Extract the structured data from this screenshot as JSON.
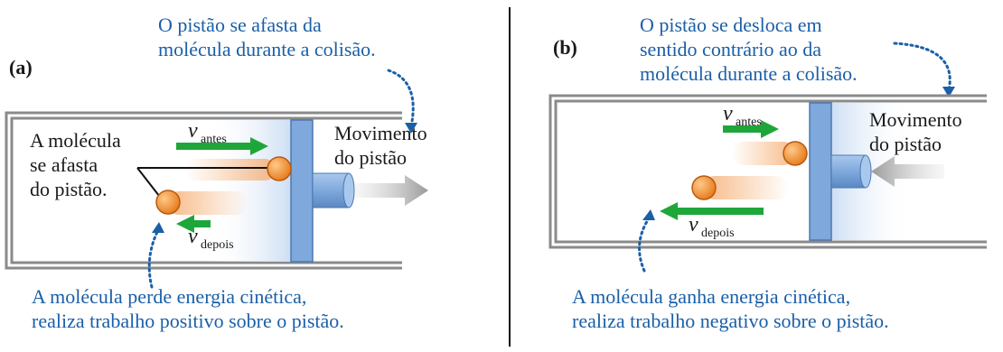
{
  "panel_a": {
    "tag": "(a)",
    "top_caption": [
      "O pistão se afasta da",
      "molécula durante a colisão."
    ],
    "molecule_note": [
      "A molécula",
      "se afasta",
      "do pistão."
    ],
    "v_before": {
      "symbol": "v",
      "subscript": "antes"
    },
    "v_after": {
      "symbol": "v",
      "subscript": "depois"
    },
    "piston_motion": [
      "Movimento",
      "do pistão"
    ],
    "bottom_caption": [
      "A molécula perde energia cinética,",
      "realiza trabalho positivo sobre o pistão."
    ]
  },
  "panel_b": {
    "tag": "(b)",
    "top_caption": [
      "O pistão se desloca em",
      "sentido contrário ao da",
      "molécula durante a colisão."
    ],
    "v_before": {
      "symbol": "v",
      "subscript": "antes"
    },
    "v_after": {
      "symbol": "v",
      "subscript": "depois"
    },
    "piston_motion": [
      "Movimento",
      "do pistão"
    ],
    "bottom_caption": [
      "A molécula ganha energia cinética,",
      "realiza trabalho negativo sobre o pistão."
    ]
  },
  "colors": {
    "text_blue": "#1a5fa8",
    "arrow_green": "#1fa63a",
    "molecule_orange": "#f08a24",
    "piston_blue": "#7fa9dc",
    "cylinder_gray": "#8a8a8a"
  }
}
